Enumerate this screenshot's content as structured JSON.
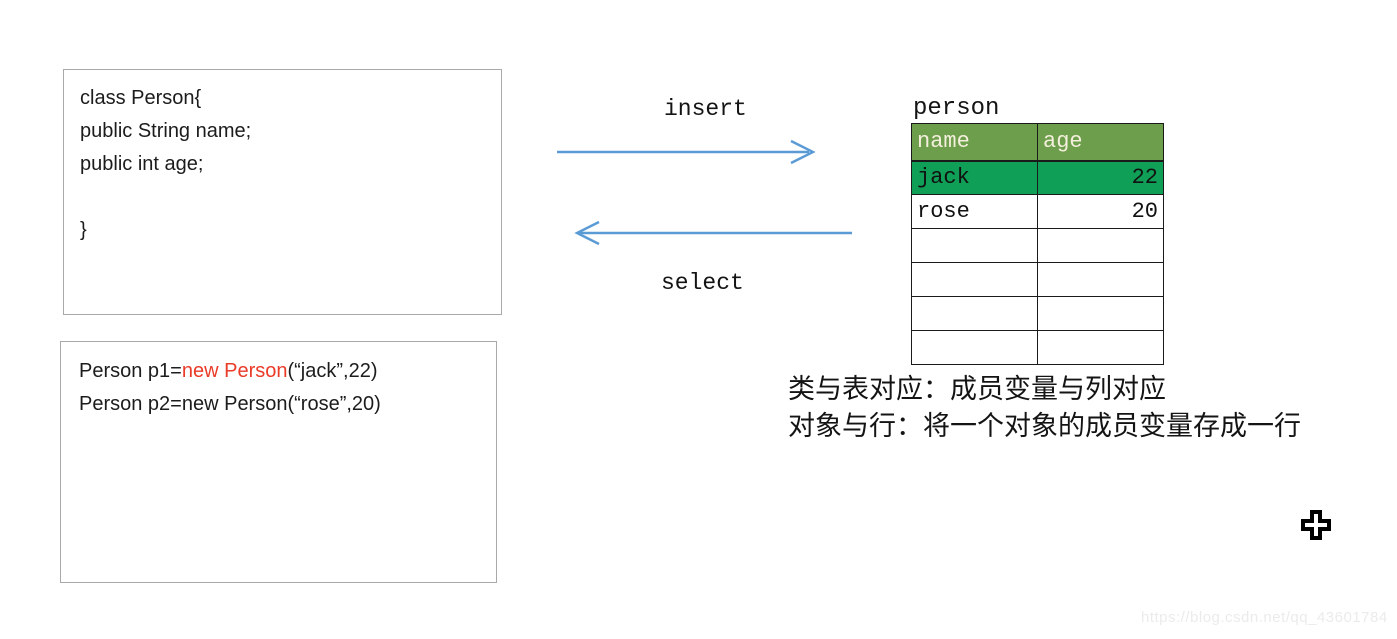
{
  "class_box": {
    "lines": [
      "class Person{",
      "public String name;",
      "public int age;",
      "",
      "}"
    ]
  },
  "object_box": {
    "line1_prefix": "Person p1=",
    "line1_highlight": "new Person",
    "line1_suffix": "(“jack”,22)",
    "line2": "Person p2=new Person(“rose”,20)",
    "highlight_color": "#ea3b28"
  },
  "arrows": {
    "insert_label": "insert",
    "select_label": "select",
    "color": "#5b9bd5"
  },
  "table": {
    "caption": "person",
    "headers": [
      "name",
      "age"
    ],
    "rows": [
      {
        "name": "jack",
        "age": "22",
        "highlighted": true
      },
      {
        "name": "rose",
        "age": "20",
        "highlighted": false
      }
    ],
    "empty_row_count": 4,
    "header_bg": "#6d9e4b",
    "header_text_color": "#f3efdc",
    "highlight_row_bg": "#0f9f57"
  },
  "notes": {
    "line1": "类与表对应：成员变量与列对应",
    "line2": "对象与行：将一个对象的成员变量存成一行"
  },
  "cursor": {
    "type": "move-cursor"
  },
  "watermark": {
    "text": "https://blog.csdn.net/qq_43601784"
  }
}
